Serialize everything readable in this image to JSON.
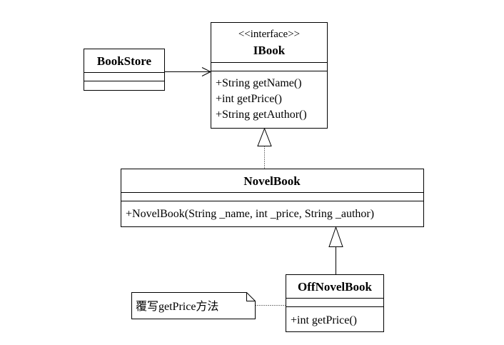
{
  "classes": {
    "bookstore": {
      "name": "BookStore"
    },
    "ibook": {
      "stereotype": "<<interface>>",
      "name": "IBook",
      "operations": [
        "+String getName()",
        "+int getPrice()",
        "+String getAuthor()"
      ]
    },
    "novelbook": {
      "name": "NovelBook",
      "operations": [
        "+NovelBook(String _name, int _price, String _author)"
      ]
    },
    "offnovelbook": {
      "name": "OffNovelBook",
      "operations": [
        "+int getPrice()"
      ]
    }
  },
  "note": {
    "text": "覆写getPrice方法"
  },
  "colors": {
    "line": "#000000",
    "background": "#ffffff"
  }
}
